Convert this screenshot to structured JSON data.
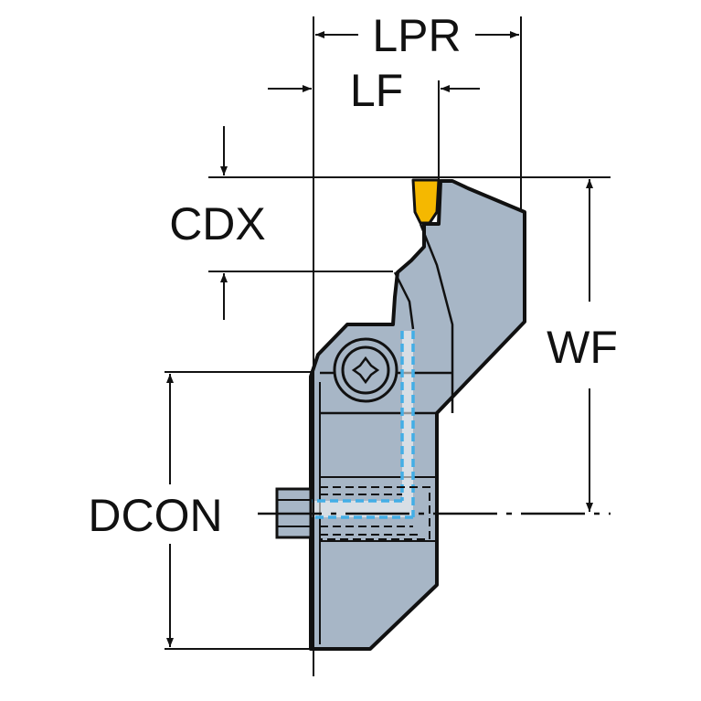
{
  "labels": {
    "lpr": "LPR",
    "lf": "LF",
    "cdx": "CDX",
    "wf": "WF",
    "dcon": "DCON"
  },
  "colors": {
    "body": "#a7b6c6",
    "outline": "#111111",
    "insert": "#f5b800",
    "coolant": "#43aee6",
    "line": "#111111"
  }
}
